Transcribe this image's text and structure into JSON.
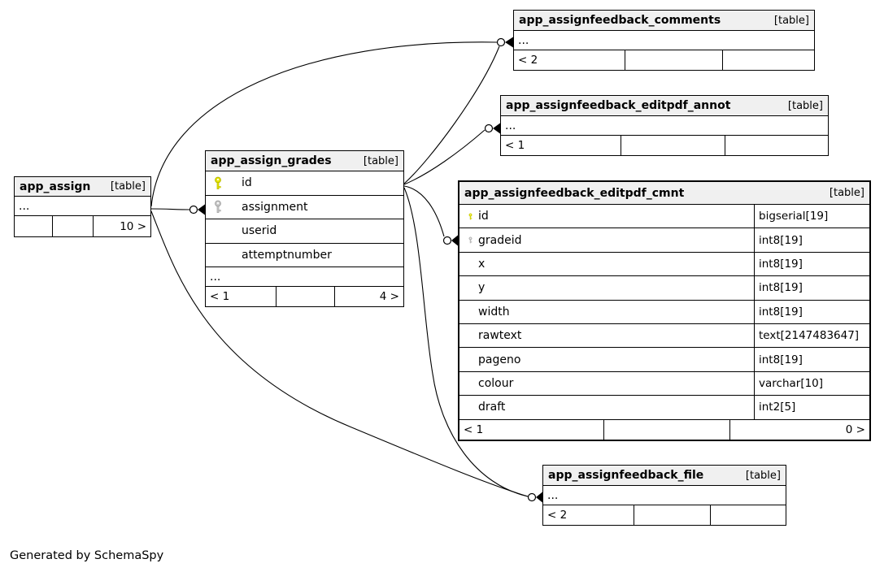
{
  "generator": "Generated by SchemaSpy",
  "colors": {
    "header_bg": "#f0f0f0",
    "border": "#000000",
    "primary_key": "#e8e800",
    "foreign_key": "#cccccc"
  },
  "tables": {
    "comments": {
      "name": "app_assignfeedback_comments",
      "tag": "[table]",
      "ellipsis": "...",
      "footer_left": "< 2"
    },
    "annot": {
      "name": "app_assignfeedback_editpdf_annot",
      "tag": "[table]",
      "ellipsis": "...",
      "footer_left": "< 1"
    },
    "assign": {
      "name": "app_assign",
      "tag": "[table]",
      "ellipsis": "...",
      "footer_right": "10 >"
    },
    "grades": {
      "name": "app_assign_grades",
      "tag": "[table]",
      "columns": [
        {
          "name": "id",
          "key": "pk"
        },
        {
          "name": "assignment",
          "key": "fk"
        },
        {
          "name": "userid",
          "key": ""
        },
        {
          "name": "attemptnumber",
          "key": ""
        }
      ],
      "ellipsis": "...",
      "footer_left": "< 1",
      "footer_right": "4 >"
    },
    "cmnt": {
      "name": "app_assignfeedback_editpdf_cmnt",
      "tag": "[table]",
      "columns": [
        {
          "name": "id",
          "type": "bigserial[19]",
          "key": "pk"
        },
        {
          "name": "gradeid",
          "type": "int8[19]",
          "key": "fk"
        },
        {
          "name": "x",
          "type": "int8[19]",
          "key": ""
        },
        {
          "name": "y",
          "type": "int8[19]",
          "key": ""
        },
        {
          "name": "width",
          "type": "int8[19]",
          "key": ""
        },
        {
          "name": "rawtext",
          "type": "text[2147483647]",
          "key": ""
        },
        {
          "name": "pageno",
          "type": "int8[19]",
          "key": ""
        },
        {
          "name": "colour",
          "type": "varchar[10]",
          "key": ""
        },
        {
          "name": "draft",
          "type": "int2[5]",
          "key": ""
        }
      ],
      "footer_left": "< 1",
      "footer_right": "0 >"
    },
    "file": {
      "name": "app_assignfeedback_file",
      "tag": "[table]",
      "ellipsis": "...",
      "footer_left": "< 2"
    }
  },
  "relationships": [
    {
      "from": "app_assign",
      "to": "app_assign_grades"
    },
    {
      "from": "app_assign",
      "to": "app_assignfeedback_comments"
    },
    {
      "from": "app_assign",
      "to": "app_assignfeedback_file"
    },
    {
      "from": "app_assign_grades",
      "to": "app_assignfeedback_comments"
    },
    {
      "from": "app_assign_grades",
      "to": "app_assignfeedback_editpdf_annot"
    },
    {
      "from": "app_assign_grades",
      "to": "app_assignfeedback_editpdf_cmnt"
    },
    {
      "from": "app_assign_grades",
      "to": "app_assignfeedback_file"
    }
  ]
}
